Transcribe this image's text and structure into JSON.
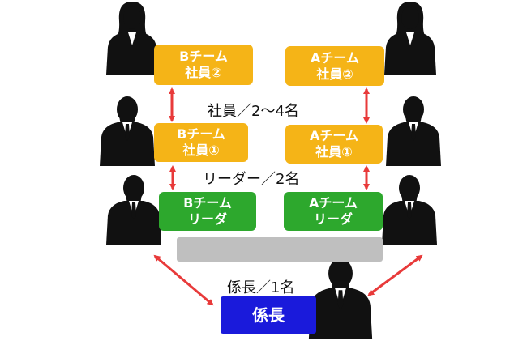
{
  "boxes": {
    "b_staff2": {
      "line1": "Bチーム",
      "line2": "社員②"
    },
    "a_staff2": {
      "line1": "Aチーム",
      "line2": "社員②"
    },
    "b_staff1": {
      "line1": "Bチーム",
      "line2": "社員①"
    },
    "a_staff1": {
      "line1": "Aチーム",
      "line2": "社員①"
    },
    "b_leader": {
      "line1": "Bチーム",
      "line2": "リーダ"
    },
    "a_leader": {
      "line1": "Aチーム",
      "line2": "リーダ"
    },
    "chief": {
      "line1": "係長"
    }
  },
  "labels": {
    "staff": "社員／2〜4名",
    "leaders": "リーダー／2名",
    "chief": "係長／1名"
  },
  "icons": [
    "person-silhouette-icon",
    "double-arrow-icon"
  ],
  "colors": {
    "staff": "#f5b417",
    "leader": "#2da82d",
    "chief": "#1a1adb",
    "bar": "#bfbfbf",
    "arrow": "#e83a3a",
    "silhouette": "#111111"
  }
}
